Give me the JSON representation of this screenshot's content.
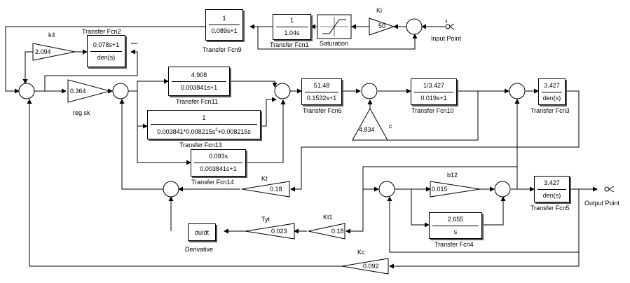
{
  "blocks": {
    "tf9": {
      "num": "1",
      "den": "0.089s+1",
      "name": "Transfer Fcn9"
    },
    "tf1": {
      "num": "1",
      "den": "1.04s",
      "name": "Transfer Fcn1"
    },
    "sat": {
      "name": "Saturation"
    },
    "ki": {
      "val": "50",
      "name": "Ki"
    },
    "tf2": {
      "num": "0.078s+1",
      "den": "den(s)",
      "name": "Transfer Fcn2"
    },
    "k4": {
      "val": "2.094",
      "name": "k4"
    },
    "regsk": {
      "val": "0.364",
      "name": "reg sk"
    },
    "tf11": {
      "num": "4.908",
      "den": "0.003841s+1",
      "name": "Transfer Fcn11"
    },
    "tf13": {
      "num": "1",
      "den": "0.003841*0.008215s",
      "den_exp": "2",
      "den_tail": "+0.008215s",
      "name": "Transfer Fcn13"
    },
    "tf14": {
      "num": "0.093s",
      "den": "0.003841s+1",
      "name": "Transfer Fcn14"
    },
    "tf6": {
      "num": "51.48",
      "den": "0.1532s+1",
      "name": "Transfer Fcn6"
    },
    "tf10": {
      "num": "1/3.427",
      "den": "0.019s+1",
      "name": "Transfer Fcn10"
    },
    "tf3": {
      "num": "3.427",
      "den": "den(s)",
      "name": "Transfer Fcn3"
    },
    "c": {
      "val": "4.834",
      "name": "c"
    },
    "kt": {
      "val": "0.18",
      "name": "Kt"
    },
    "b12": {
      "val": "0.015",
      "name": "b12"
    },
    "tf5": {
      "num": "3.427",
      "den": "den(s)",
      "name": "Transfer Fcn5"
    },
    "tyt": {
      "val": "0.023",
      "name": "Tyt"
    },
    "kt1": {
      "val": "0.18",
      "name": "Kt1"
    },
    "tf4": {
      "num": "2.655",
      "den": "s",
      "name": "Transfer Fcn4"
    },
    "deriv": {
      "val": "du/dt",
      "name": "Derivative"
    },
    "kc": {
      "val": "0.092",
      "name": "Kc"
    }
  },
  "ports": {
    "input": "Input Point",
    "output": "Output Point"
  }
}
